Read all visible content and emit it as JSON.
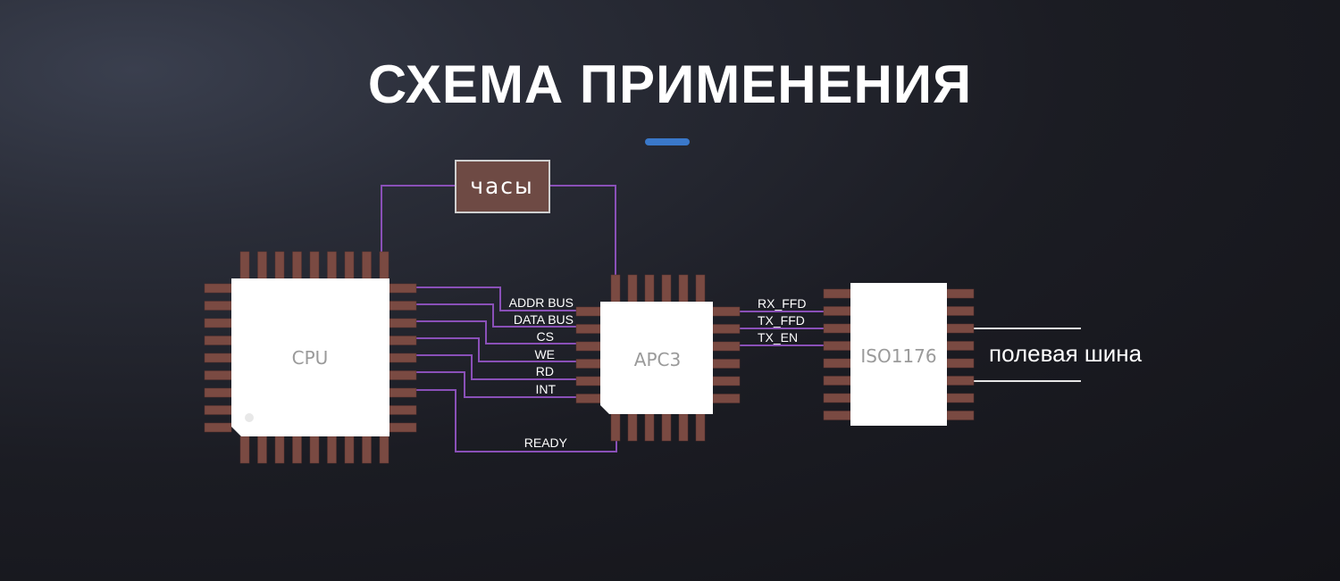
{
  "header": {
    "title": "СХЕМА ПРИМЕНЕНИЯ"
  },
  "diagram": {
    "clock": {
      "label": "часы"
    },
    "cpu": {
      "label": "CPU"
    },
    "apc3": {
      "label": "APC3"
    },
    "iso": {
      "label": "ISO1176"
    },
    "fieldbus": {
      "label": "полевая шина"
    },
    "cpu_signals": [
      "ADDR BUS",
      "DATA BUS",
      "CS",
      "WE",
      "RD",
      "INT"
    ],
    "ready_signal": "READY",
    "iso_signals": [
      "RX_FFD",
      "TX_FFD",
      "TX_EN"
    ]
  },
  "colors": {
    "background": "#1b1c23",
    "accent": "#3a78c9",
    "wire": "#8a50b8",
    "pin": "#7a4a42",
    "chip_body": "#ffffff",
    "clock_box": "#6e4a44"
  }
}
